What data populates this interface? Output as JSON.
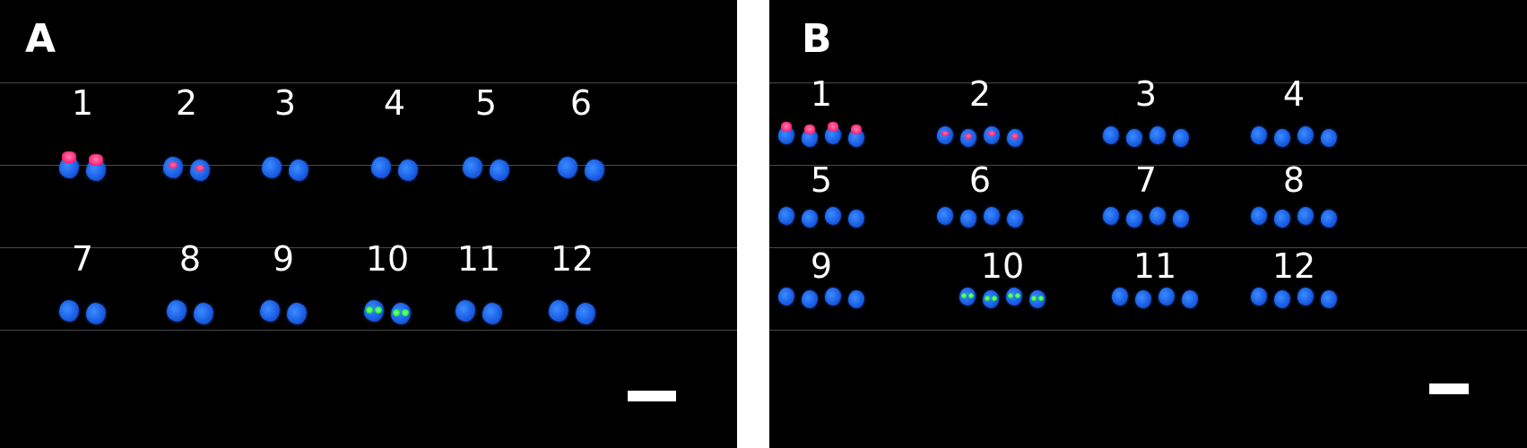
{
  "panels": [
    {
      "id": "A",
      "label": "A",
      "chromosome_numbers": [
        "1",
        "2",
        "3",
        "4",
        "5",
        "6",
        "7",
        "8",
        "9",
        "10",
        "11",
        "12"
      ],
      "copies_per_chromosome": 2,
      "red_signal_chromosomes": [
        "1",
        "2"
      ],
      "green_signal_chromosomes": [
        "10"
      ],
      "scale_bar": true
    },
    {
      "id": "B",
      "label": "B",
      "chromosome_numbers": [
        "1",
        "2",
        "3",
        "4",
        "5",
        "6",
        "7",
        "8",
        "9",
        "10",
        "11",
        "12"
      ],
      "copies_per_chromosome": 4,
      "red_signal_chromosomes": [
        "1",
        "2"
      ],
      "green_signal_chromosomes": [
        "10"
      ],
      "scale_bar": true
    }
  ],
  "colors": {
    "background": "#000000",
    "dapi_blue": "#1b5fe6",
    "signal_red": "#ff2d7a",
    "signal_green": "#22ff33",
    "label": "#ffffff"
  }
}
